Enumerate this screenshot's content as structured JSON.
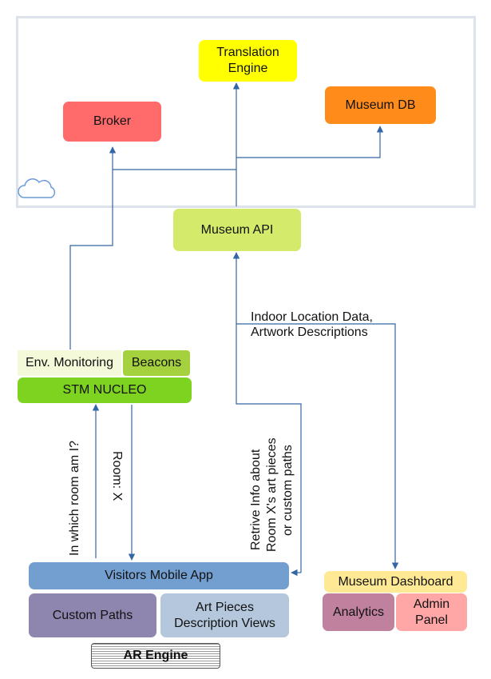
{
  "nodes": {
    "translation_engine": "Translation\nEngine",
    "broker": "Broker",
    "museum_db": "Museum DB",
    "museum_api": "Museum API",
    "env_monitoring": "Env. Monitoring",
    "beacons": "Beacons",
    "stm_nucleo": "STM NUCLEO",
    "visitors_app": "Visitors Mobile App",
    "custom_paths": "Custom Paths",
    "art_pieces_views": "Art Pieces\nDescription Views",
    "ar_engine": "AR Engine",
    "museum_dashboard": "Museum Dashboard",
    "analytics": "Analytics",
    "admin_panel": "Admin\nPanel"
  },
  "edge_labels": {
    "api_to_dashboard": "Indoor Location Data,\nArtwork Descriptions",
    "app_to_nucleo": "In which room am I?",
    "nucleo_to_app": "Room: X",
    "app_to_api_1": "Retrive Info about",
    "app_to_api_2": "Room X's art pieces",
    "app_to_api_3": "or custom paths"
  },
  "colors": {
    "broker": "#ff6b6b",
    "translation_engine": "#ffff00",
    "museum_db": "#ff8c1a",
    "museum_api": "#d4ea6b",
    "env_monitoring": "#f4f9d9",
    "beacons": "#a5d13f",
    "stm_nucleo": "#7ed321",
    "visitors_app": "#729fcf",
    "custom_paths": "#8e86ae",
    "art_pieces_views": "#b4c7dc",
    "museum_dashboard": "#ffe994",
    "analytics": "#bf819e",
    "admin_panel": "#ffa6a6",
    "wire": "#3465a4",
    "cloud_frame": "#dde3ea"
  },
  "icons": {
    "cloud": "cloud-icon"
  }
}
